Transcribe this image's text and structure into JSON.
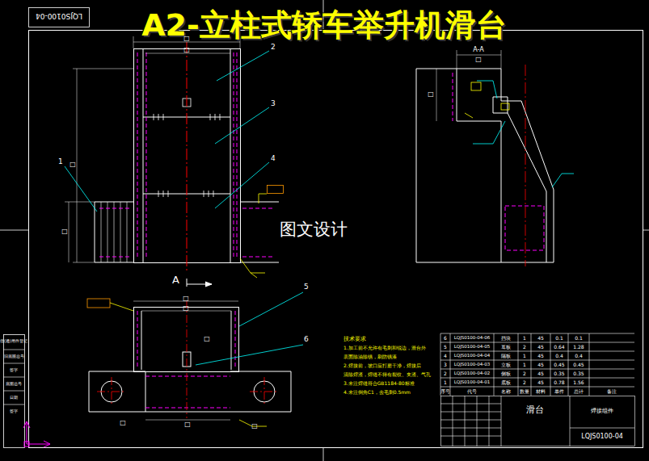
{
  "diagram": {
    "title": "A2-立柱式轿车举升机滑台",
    "labels": [
      "LQJS0100-04",
      "1",
      "2",
      "3",
      "4",
      "5",
      "6",
      "A",
      "A-A",
      "图文设计",
      "技术要求",
      "1.加工前不允许有毛刺和锐边，滑台外",
      "表面除油除锈，刷防锈漆",
      "2.焊接前，坡口应打磨干净，焊接后",
      "清除焊渣，焊缝不得有裂纹、夹渣、气孔",
      "3.未注焊缝符合GB1184-80标准",
      "4.未注倒角C1，去毛刺0.5mm",
      "□",
      "□",
      "□",
      "□",
      "□",
      "□",
      "□",
      "□",
      "□",
      "□",
      "□",
      "□",
      "借(通)用件登记",
      "旧底图总号",
      "签字",
      "底图总号",
      "日期",
      "签字",
      "序号",
      "代号",
      "名称",
      "数量",
      "材料",
      "单件",
      "总计",
      "备注",
      "6",
      "LQJS0100-04-06",
      "挡块",
      "1",
      "45",
      "0.1",
      "0.1",
      "5",
      "LQJS0100-04-05",
      "耳板",
      "2",
      "45",
      "0.64",
      "1.28",
      "4",
      "LQJS0100-04-04",
      "隔板",
      "1",
      "45",
      "0.4",
      "0.4",
      "3",
      "LQJS0100-04-03",
      "立板",
      "1",
      "45",
      "0.45",
      "0.45",
      "2",
      "LQJS0100-04-02",
      "侧板",
      "2",
      "45",
      "0.35",
      "0.35",
      "1",
      "LQJS0100-04-01",
      "底板",
      "2",
      "45",
      "0.78",
      "1.56",
      "滑台",
      "焊接组件",
      "LQJS0100-04"
    ]
  }
}
